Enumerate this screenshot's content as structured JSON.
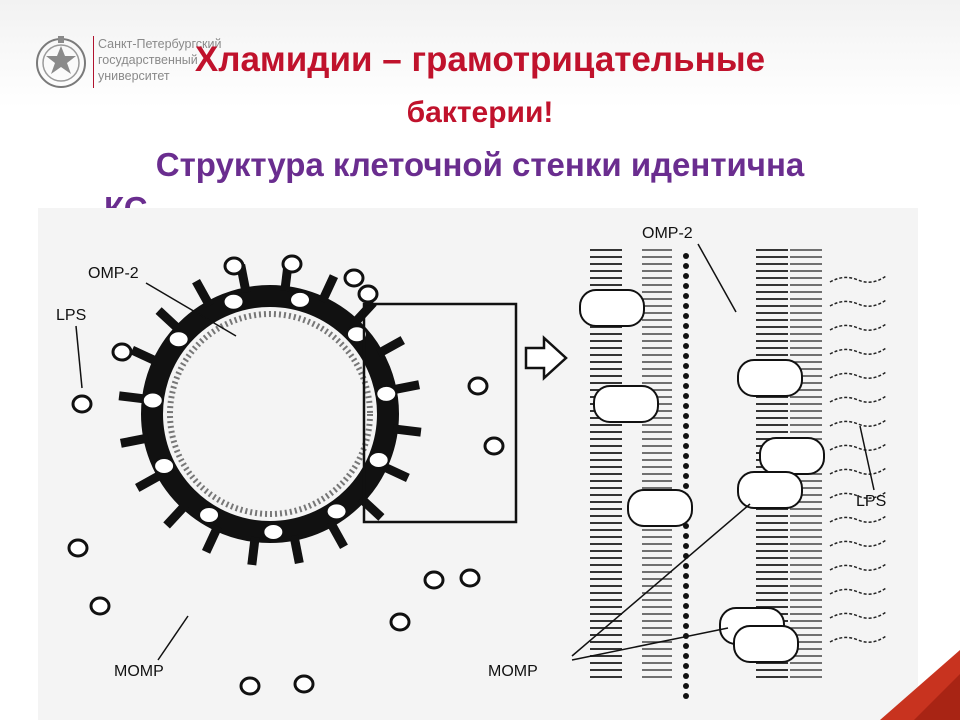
{
  "header": {
    "university_lines": [
      "Санкт-Петербургский",
      "государственный",
      "университет"
    ],
    "title_line1": "Хламидии – грамотрицательные",
    "title_line2": "бактерии!",
    "subtitle_line1": "Структура клеточной стенки идентична",
    "subtitle_line2_partial": "КС"
  },
  "diagram": {
    "labels": {
      "omp2_left": "OMP-2",
      "lps_left": "LPS",
      "momp_left": "MOMP",
      "omp2_right": "OMP-2",
      "lps_right": "LPS",
      "momp_right": "MOMP"
    }
  },
  "colors": {
    "title_red": "#c0122c",
    "subtitle_purple": "#6a2d8f",
    "figure_background": "#f4f4f4"
  }
}
